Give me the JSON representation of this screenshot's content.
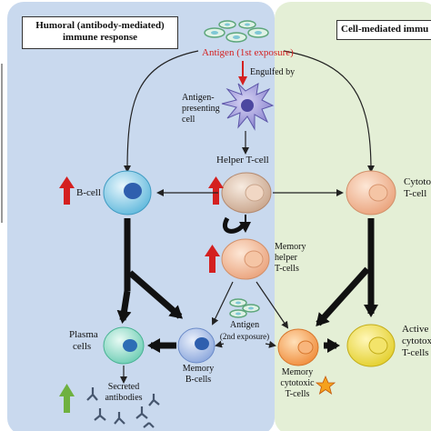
{
  "panels": {
    "humoral_title_line1": "Humoral (antibody-mediated)",
    "humoral_title_line2": "immune response",
    "cell_mediated_title": "Cell-mediated immu"
  },
  "nodes": {
    "antigen_first": "Antigen (1st exposure)",
    "engulfed_by": "Engulfed by",
    "apc_line1": "Antigen-",
    "apc_line2": "presenting",
    "apc_line3": "cell",
    "helper_t": "Helper T-cell",
    "b_cell": "B-cell",
    "cytotoxic_line1": "Cytoto",
    "cytotoxic_line2": "T-cell",
    "memory_helper_line1": "Memory",
    "memory_helper_line2": "helper",
    "memory_helper_line3": "T-cells",
    "antigen_second_line1": "Antigen",
    "antigen_second_line2": "(2nd exposure)",
    "plasma_line1": "Plasma",
    "plasma_line2": "cells",
    "memory_b_line1": "Memory",
    "memory_b_line2": "B-cells",
    "memory_cytotoxic_line1": "Memory",
    "memory_cytotoxic_line2": "cytotoxic",
    "memory_cytotoxic_line3": "T-cells",
    "activated_line1": "Active",
    "activated_line2": "cytotox",
    "activated_line3": "T-cells",
    "secreted_line1": "Secreted",
    "secreted_line2": "antibodies"
  },
  "colors": {
    "humoral_bg": "#c9d9ee",
    "cell_mediated_bg": "#e4efd6",
    "up_arrow_red": "#d42020",
    "up_arrow_green": "#6fb13f",
    "antigen_label": "#d42020",
    "star": "#f5a11c"
  }
}
